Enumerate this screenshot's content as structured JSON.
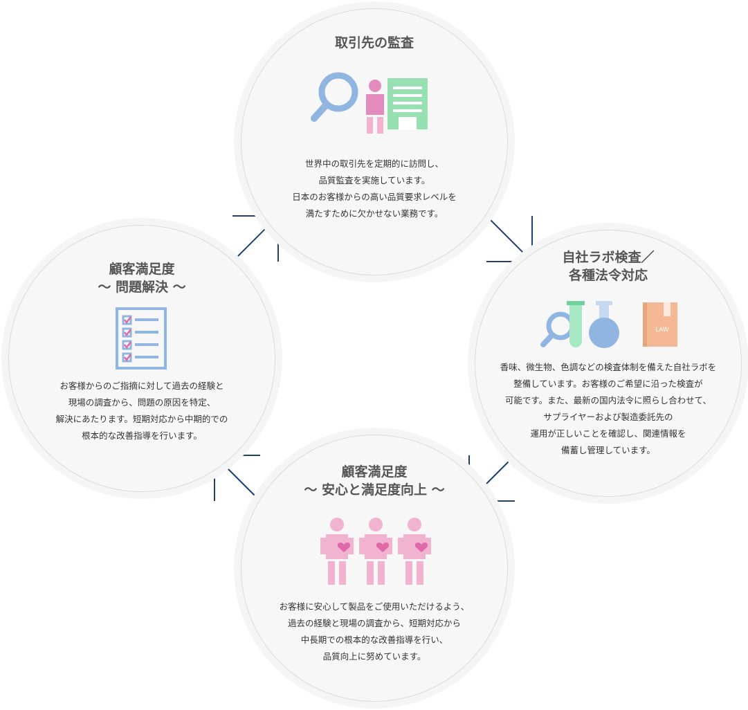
{
  "nodes": {
    "top": {
      "title": [
        "取引先の監査"
      ],
      "body": [
        "世界中の取引先を定期的に訪問し、",
        "品質監査を実施しています。",
        "日本のお客様からの高い品質要求レベルを",
        "満たすために欠かせない業務です。"
      ],
      "icons": [
        "magnifier-icon",
        "person-icon",
        "building-icon"
      ]
    },
    "right": {
      "title": [
        "自社ラボ検査／",
        "各種法令対応"
      ],
      "body": [
        "香味、微生物、色調などの検査体制を備えた自社ラボを",
        "整備しています。お客様のご希望に沿った検査が",
        "可能です。また、最新の国内法令に照らし合わせて、",
        "サプライヤーおよび製造委託先の",
        "運用が正しいことを確認し、関連情報を",
        "備蓄し管理しています。"
      ],
      "icons": [
        "magnifier-icon",
        "test-tube-icon",
        "flask-icon",
        "law-book-icon"
      ],
      "law_label": "LAW"
    },
    "bottom": {
      "title": [
        "顧客満足度",
        "〜 安心と満足度向上 〜"
      ],
      "body": [
        "お客様に安心して製品をご使用いただけるよう、",
        "過去の経験と現場の調査から、短期対応から",
        "中長期での根本的な改善指導を行い、",
        "品質向上に努めています。"
      ],
      "icons": [
        "person-heart-icon",
        "person-heart-icon",
        "person-heart-icon"
      ]
    },
    "left": {
      "title": [
        "顧客満足度",
        "〜 問題解決 〜"
      ],
      "body": [
        "お客様からのご指摘に対して過去の経験と",
        "現場の調査から、問題の原因を特定、",
        "解決にあたります。短期対応から中期的での",
        "根本的な改善指導を行います。"
      ],
      "icons": [
        "checklist-icon"
      ]
    }
  },
  "colors": {
    "arrow": "#1f3f6e",
    "magnifier": "#8fb5e0",
    "person": "#e48bbd",
    "building": "#97e0b2",
    "tube": "#a8e8c4",
    "flask": "#8fb5e0",
    "law": "#f4b894",
    "person_heart": "#f2b3d0",
    "heart": "#e06aa8",
    "checklist": "#8fb5e0"
  }
}
